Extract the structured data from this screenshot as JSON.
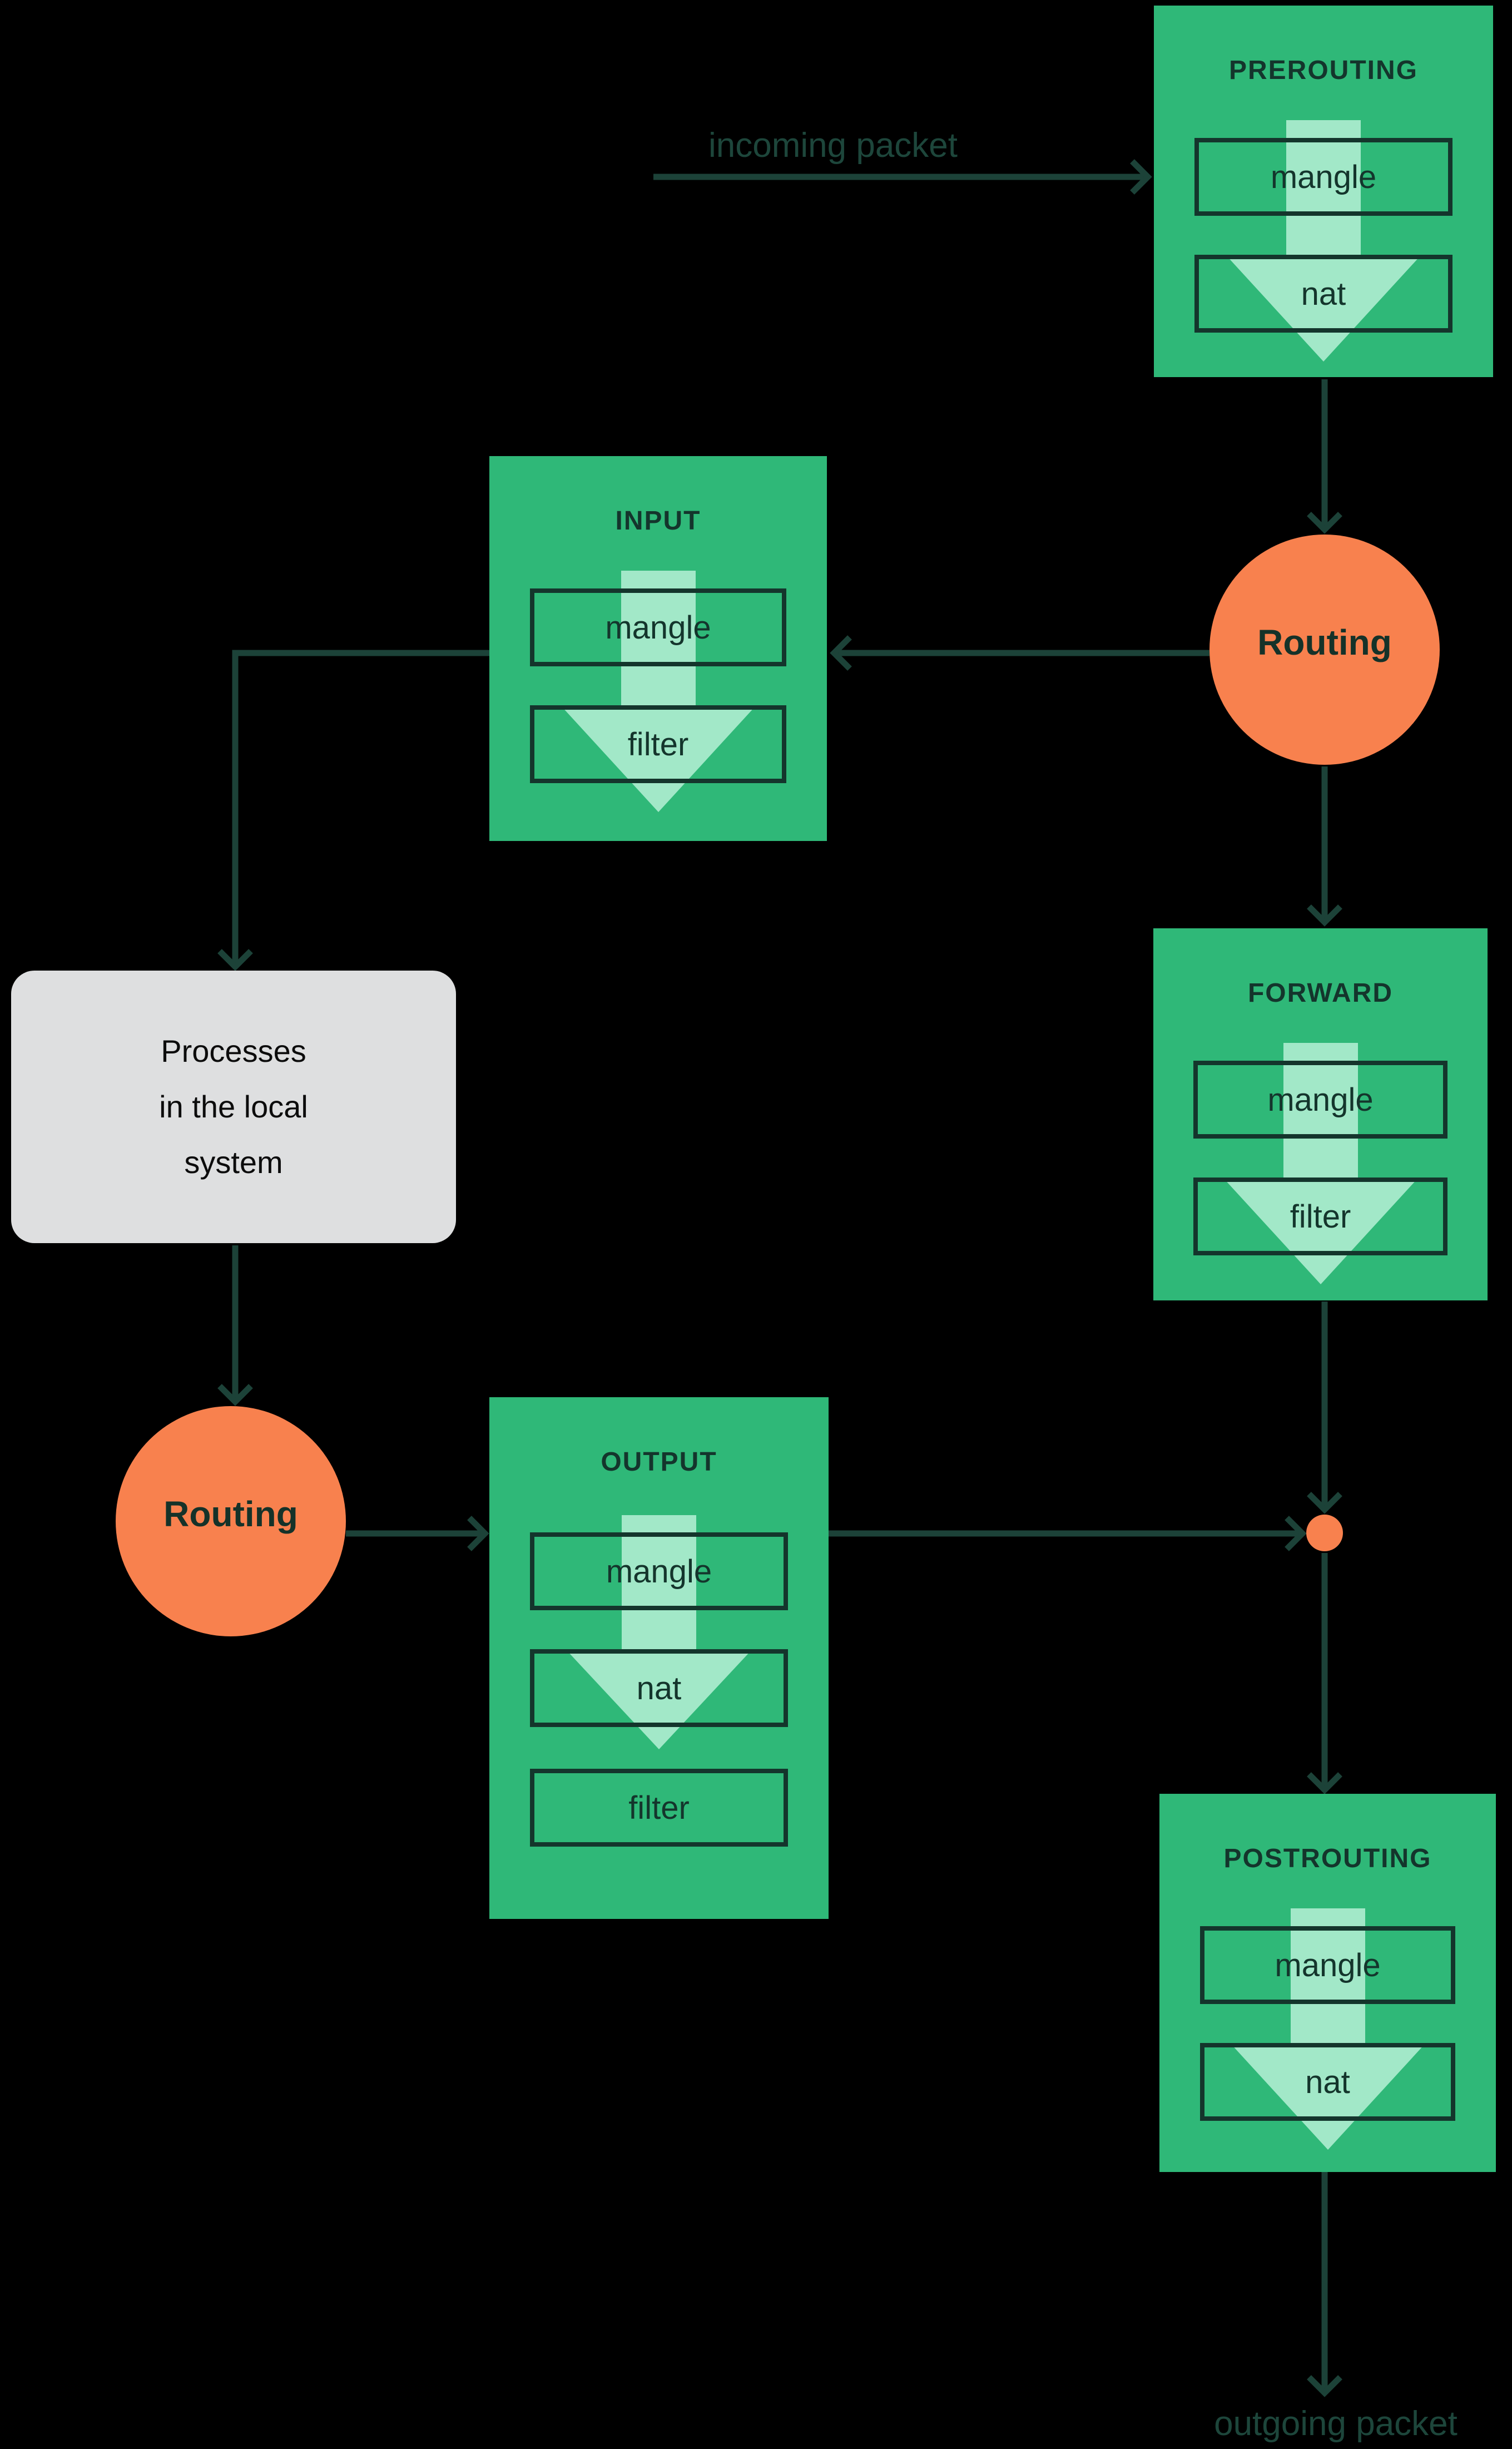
{
  "colors": {
    "background": "#000000",
    "chain_box_green": "#2FB878",
    "mint_arrow": "#A2E8C8",
    "box_border_text": "#14352C",
    "connector_line": "#1C4238",
    "flow_label_text": "#1D463B",
    "routing_circle_orange": "#F8814E",
    "junction_dot_orange": "#F8814E",
    "process_box_gray": "#DEDFE0",
    "process_text": "#0C0C0C"
  },
  "chains": {
    "prerouting": {
      "title": "PREROUTING",
      "tables": [
        "mangle",
        "nat"
      ]
    },
    "input": {
      "title": "INPUT",
      "tables": [
        "mangle",
        "filter"
      ]
    },
    "forward": {
      "title": "FORWARD",
      "tables": [
        "mangle",
        "filter"
      ]
    },
    "output": {
      "title": "OUTPUT",
      "tables": [
        "mangle",
        "nat",
        "filter"
      ]
    },
    "postrouting": {
      "title": "POSTROUTING",
      "tables": [
        "mangle",
        "nat"
      ]
    }
  },
  "routing_nodes": {
    "top": "Routing",
    "bottom": "Routing"
  },
  "process_box": {
    "line1": "Processes",
    "line2": "in the local",
    "line3": "system"
  },
  "flow_labels": {
    "incoming": "incoming packet",
    "outgoing": "outgoing packet"
  }
}
